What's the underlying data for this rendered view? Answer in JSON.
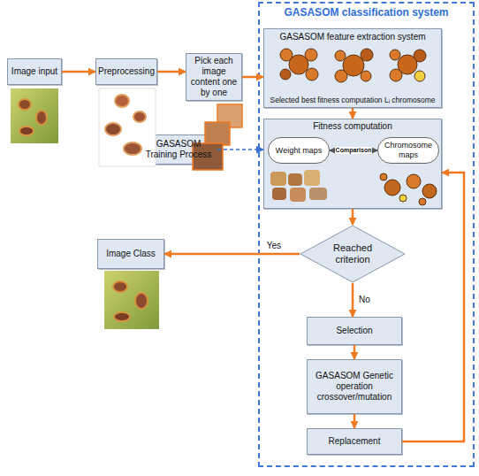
{
  "diagram": {
    "nodes": [
      {
        "text": [
          "Image input"
        ]
      },
      {
        "text": [
          "Preprocessing"
        ]
      },
      {
        "text": [
          "Pick each image content one by one"
        ]
      },
      {
        "text": [
          "GASASOM classification system"
        ]
      },
      {
        "text": [
          "GASASOM feature extraction system",
          "Selected best fitness computation Lᵢ chromosome"
        ],
        "in": 3
      },
      {
        "text": [
          "Fitness computation"
        ],
        "in": 3
      },
      {
        "text": [
          "Weight maps"
        ],
        "in": 5
      },
      {
        "text": [
          "Chromosome maps"
        ],
        "in": 5
      },
      {
        "text": [
          "GASASOM Training Process"
        ]
      },
      {
        "text": [
          "Reached criterion"
        ],
        "in": 3
      },
      {
        "text": [
          "Image Class"
        ]
      },
      {
        "text": [
          "Selection"
        ],
        "in": 3
      },
      {
        "text": [
          "GASASOM Genetic operation crossover/mutation"
        ],
        "in": 3
      },
      {
        "text": [
          "Replacement"
        ],
        "in": 3
      }
    ],
    "edges": [
      {
        "from": 0,
        "to": 1,
        "arrow": "to"
      },
      {
        "from": 1,
        "to": 2,
        "arrow": "to"
      },
      {
        "from": 2,
        "to": 4,
        "arrow": "to"
      },
      {
        "from": 4,
        "to": 5,
        "arrow": "to"
      },
      {
        "from": 8,
        "to": 5,
        "arrow": "to"
      },
      {
        "from": 6,
        "to": 7,
        "label": "Comparison",
        "arrow": "both"
      },
      {
        "from": 5,
        "to": 9,
        "arrow": "to"
      },
      {
        "from": 9,
        "to": 10,
        "label": "Yes",
        "arrow": "to"
      },
      {
        "from": 9,
        "to": 11,
        "label": "No",
        "arrow": "to"
      },
      {
        "from": 11,
        "to": 12,
        "arrow": "to"
      },
      {
        "from": 12,
        "to": 13,
        "arrow": "to"
      },
      {
        "from": 13,
        "to": 5,
        "arrow": "to"
      }
    ]
  }
}
